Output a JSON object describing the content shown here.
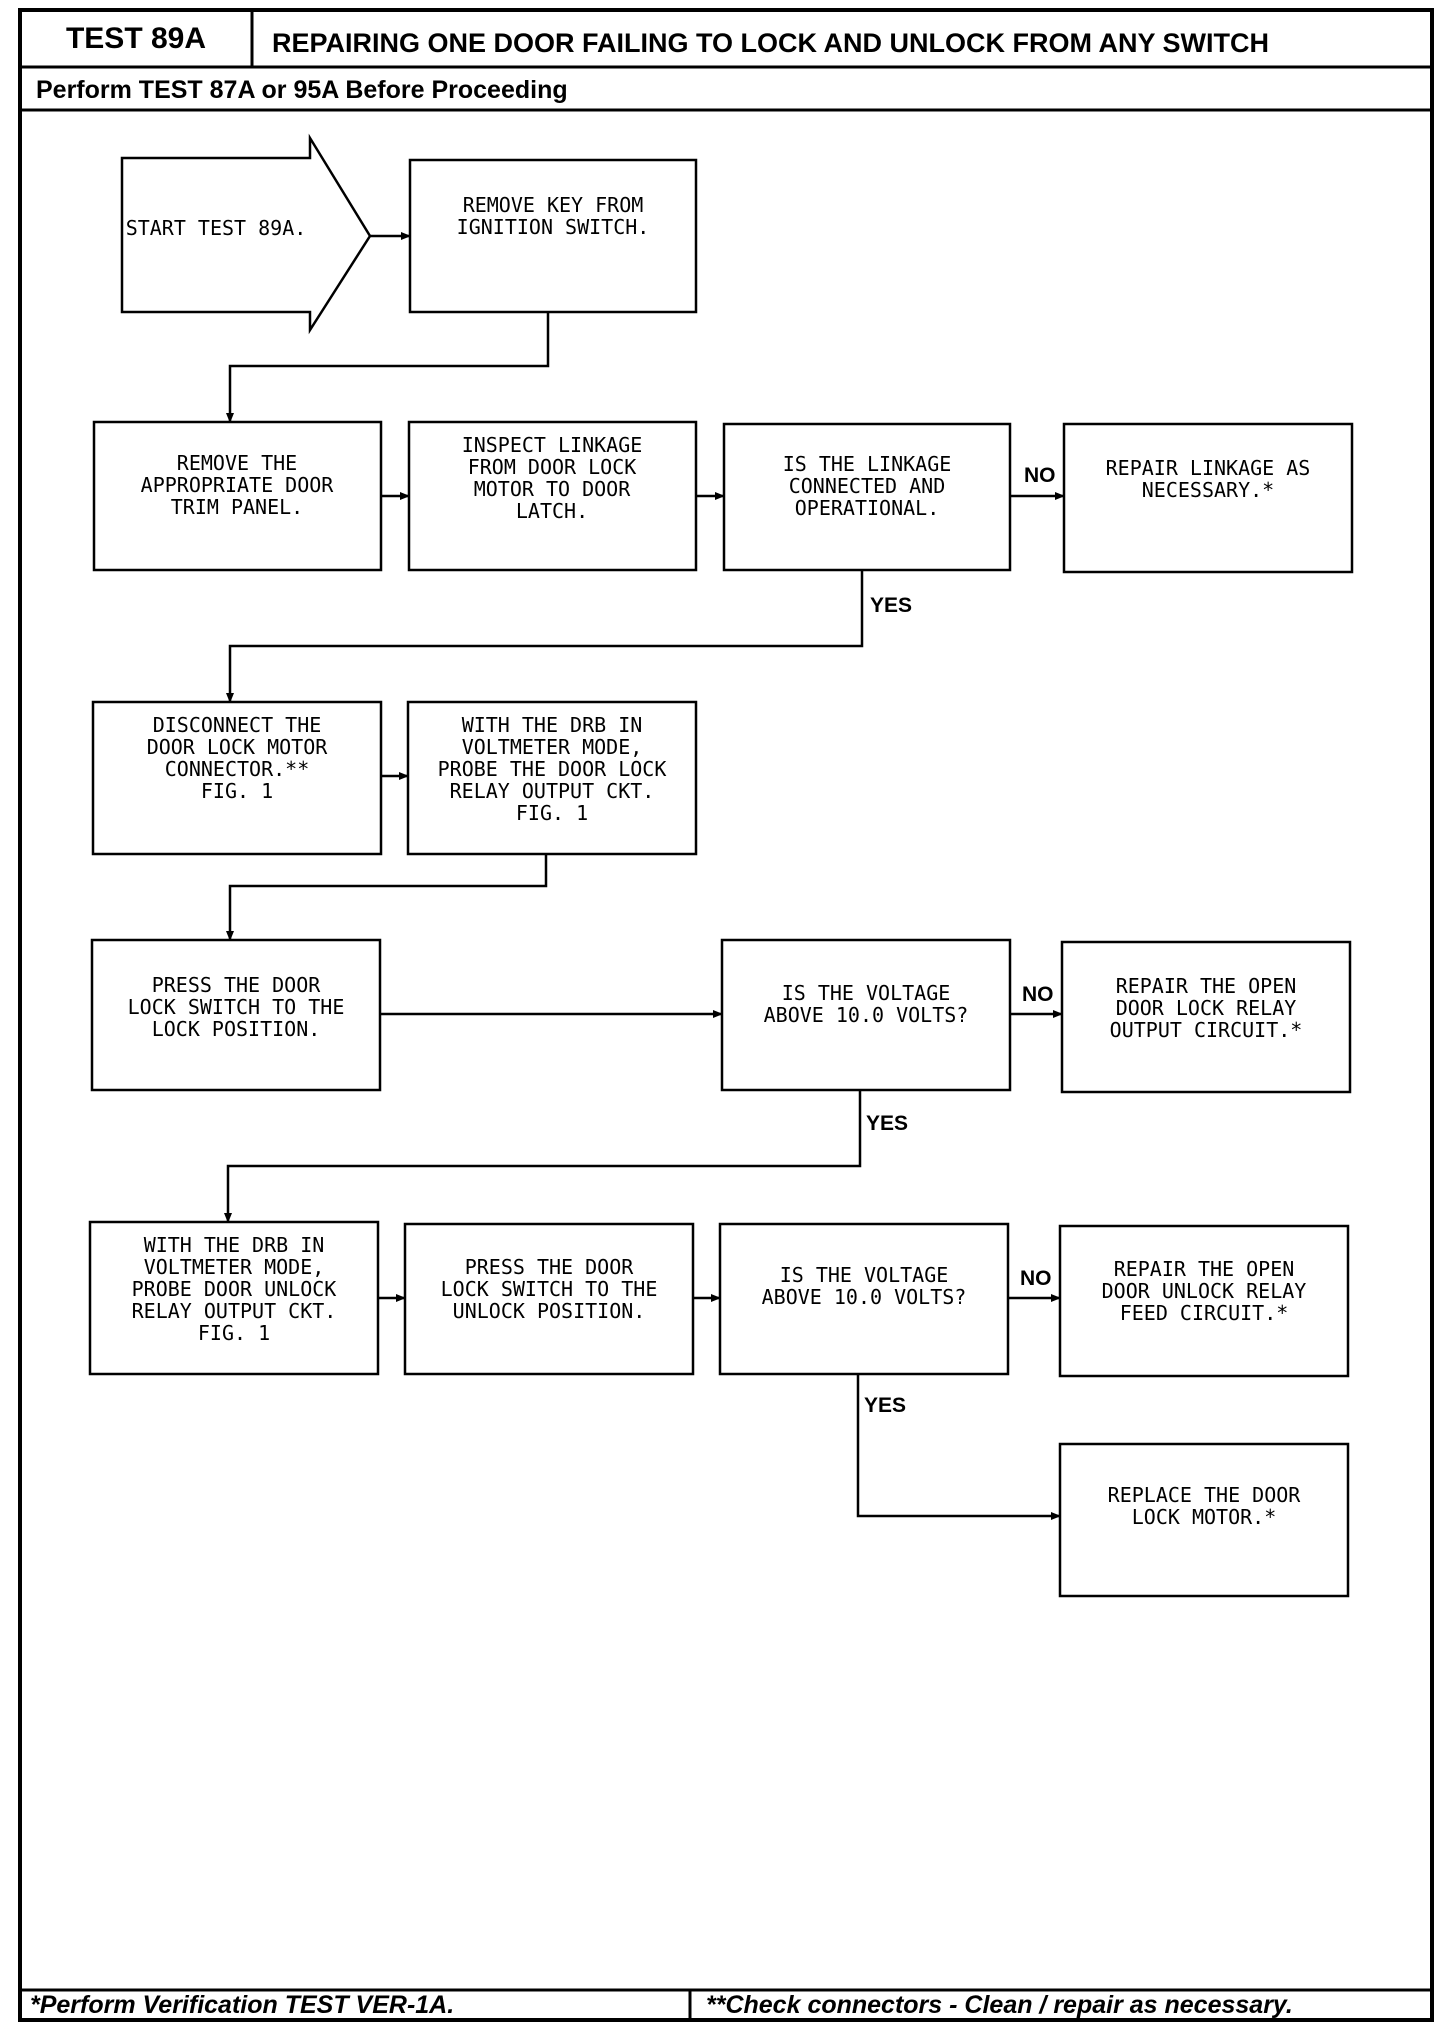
{
  "header": {
    "test_id": "TEST 89A",
    "title": "REPAIRING ONE DOOR FAILING TO LOCK AND UNLOCK FROM ANY SWITCH",
    "subtitle": "Perform TEST 87A or 95A Before Proceeding"
  },
  "flowchart": {
    "start": [
      "START TEST 89A."
    ],
    "remove_key": [
      "REMOVE KEY FROM",
      "IGNITION SWITCH."
    ],
    "remove_trim": [
      "REMOVE THE",
      "APPROPRIATE DOOR",
      "TRIM PANEL."
    ],
    "inspect_linkage": [
      "INSPECT LINKAGE",
      "FROM DOOR LOCK",
      "MOTOR TO DOOR",
      "LATCH."
    ],
    "linkage_question": [
      "IS THE LINKAGE",
      "CONNECTED AND",
      "OPERATIONAL."
    ],
    "repair_linkage": [
      "REPAIR LINKAGE AS",
      "NECESSARY.*"
    ],
    "disconnect_motor": [
      "DISCONNECT THE",
      "DOOR LOCK MOTOR",
      "CONNECTOR.**",
      "",
      "FIG. 1"
    ],
    "probe_lock_relay": [
      "WITH THE DRB IN",
      "VOLTMETER MODE,",
      "PROBE THE DOOR LOCK",
      "RELAY OUTPUT CKT.",
      "FIG. 1"
    ],
    "press_lock": [
      "PRESS THE DOOR",
      "LOCK SWITCH TO THE",
      "LOCK POSITION."
    ],
    "voltage_question_1": [
      "IS THE VOLTAGE",
      "ABOVE 10.0 VOLTS?"
    ],
    "repair_lock_relay": [
      "REPAIR THE OPEN",
      "DOOR LOCK RELAY",
      "OUTPUT CIRCUIT.*"
    ],
    "probe_unlock_relay": [
      "WITH THE DRB IN",
      "VOLTMETER MODE,",
      "PROBE DOOR UNLOCK",
      "RELAY OUTPUT CKT.",
      "FIG. 1"
    ],
    "press_unlock": [
      "PRESS THE DOOR",
      "LOCK SWITCH TO THE",
      "UNLOCK POSITION."
    ],
    "voltage_question_2": [
      "IS THE VOLTAGE",
      "ABOVE 10.0 VOLTS?"
    ],
    "repair_unlock_feed": [
      "REPAIR THE OPEN",
      "DOOR UNLOCK RELAY",
      "FEED CIRCUIT.*"
    ],
    "replace_motor": [
      "REPLACE THE DOOR",
      "LOCK MOTOR.*"
    ],
    "labels": {
      "no_1": "NO",
      "yes_1": "YES",
      "no_2": "NO",
      "yes_2": "YES",
      "no_3": "NO",
      "yes_3": "YES"
    }
  },
  "footer": {
    "left": "*Perform Verification TEST VER-1A.",
    "right": "**Check connectors - Clean / repair as necessary."
  }
}
